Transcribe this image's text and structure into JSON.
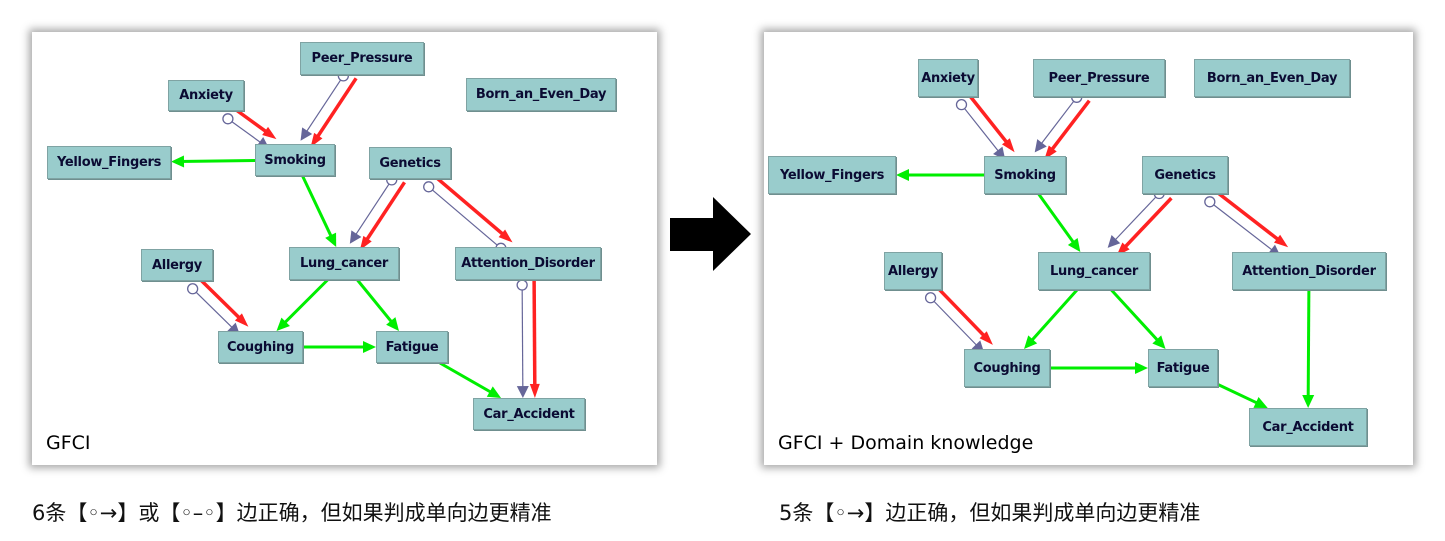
{
  "edge_colors": {
    "estimated": "#666699",
    "truth": "#ff2222",
    "directed": "#00ee00"
  },
  "node_color": "#99cccc",
  "panels": [
    {
      "label": "GFCI",
      "caption": "6条【◦→】或【◦–◦】边正确，但如果判成单向边更精准",
      "nodes": [
        "Peer_Pressure",
        "Anxiety",
        "Born_an_Even_Day",
        "Yellow_Fingers",
        "Smoking",
        "Genetics",
        "Allergy",
        "Lung_cancer",
        "Attention_Disorder",
        "Coughing",
        "Fatigue",
        "Car_Accident"
      ],
      "edges": [
        {
          "from": "Anxiety",
          "to": "Smoking",
          "type": "partially-oriented"
        },
        {
          "from": "Anxiety",
          "to": "Smoking",
          "type": "truth"
        },
        {
          "from": "Peer_Pressure",
          "to": "Smoking",
          "type": "partially-oriented"
        },
        {
          "from": "Peer_Pressure",
          "to": "Smoking",
          "type": "truth"
        },
        {
          "from": "Smoking",
          "to": "Yellow_Fingers",
          "type": "directed"
        },
        {
          "from": "Smoking",
          "to": "Lung_cancer",
          "type": "directed"
        },
        {
          "from": "Genetics",
          "to": "Lung_cancer",
          "type": "partially-oriented"
        },
        {
          "from": "Genetics",
          "to": "Lung_cancer",
          "type": "truth"
        },
        {
          "from": "Genetics",
          "to": "Attention_Disorder",
          "type": "nondirected"
        },
        {
          "from": "Genetics",
          "to": "Attention_Disorder",
          "type": "truth"
        },
        {
          "from": "Allergy",
          "to": "Coughing",
          "type": "partially-oriented"
        },
        {
          "from": "Allergy",
          "to": "Coughing",
          "type": "truth"
        },
        {
          "from": "Lung_cancer",
          "to": "Coughing",
          "type": "directed"
        },
        {
          "from": "Lung_cancer",
          "to": "Fatigue",
          "type": "directed"
        },
        {
          "from": "Coughing",
          "to": "Fatigue",
          "type": "directed"
        },
        {
          "from": "Fatigue",
          "to": "Car_Accident",
          "type": "directed"
        },
        {
          "from": "Attention_Disorder",
          "to": "Car_Accident",
          "type": "partially-oriented"
        },
        {
          "from": "Attention_Disorder",
          "to": "Car_Accident",
          "type": "truth"
        }
      ]
    },
    {
      "label": "GFCI + Domain knowledge",
      "caption": "5条【◦→】边正确，但如果判成单向边更精准",
      "nodes": [
        "Anxiety",
        "Peer_Pressure",
        "Born_an_Even_Day",
        "Yellow_Fingers",
        "Smoking",
        "Genetics",
        "Allergy",
        "Lung_cancer",
        "Attention_Disorder",
        "Coughing",
        "Fatigue",
        "Car_Accident"
      ],
      "edges": [
        {
          "from": "Anxiety",
          "to": "Smoking",
          "type": "partially-oriented"
        },
        {
          "from": "Anxiety",
          "to": "Smoking",
          "type": "truth"
        },
        {
          "from": "Peer_Pressure",
          "to": "Smoking",
          "type": "partially-oriented"
        },
        {
          "from": "Peer_Pressure",
          "to": "Smoking",
          "type": "truth"
        },
        {
          "from": "Smoking",
          "to": "Yellow_Fingers",
          "type": "directed"
        },
        {
          "from": "Smoking",
          "to": "Lung_cancer",
          "type": "directed"
        },
        {
          "from": "Genetics",
          "to": "Lung_cancer",
          "type": "partially-oriented"
        },
        {
          "from": "Genetics",
          "to": "Lung_cancer",
          "type": "truth"
        },
        {
          "from": "Genetics",
          "to": "Attention_Disorder",
          "type": "partially-oriented"
        },
        {
          "from": "Genetics",
          "to": "Attention_Disorder",
          "type": "truth"
        },
        {
          "from": "Allergy",
          "to": "Coughing",
          "type": "partially-oriented"
        },
        {
          "from": "Allergy",
          "to": "Coughing",
          "type": "truth"
        },
        {
          "from": "Lung_cancer",
          "to": "Coughing",
          "type": "directed"
        },
        {
          "from": "Lung_cancer",
          "to": "Fatigue",
          "type": "directed"
        },
        {
          "from": "Coughing",
          "to": "Fatigue",
          "type": "directed"
        },
        {
          "from": "Fatigue",
          "to": "Car_Accident",
          "type": "directed"
        },
        {
          "from": "Attention_Disorder",
          "to": "Car_Accident",
          "type": "directed"
        }
      ]
    }
  ],
  "transition_arrow_icon": "right-arrow-icon"
}
